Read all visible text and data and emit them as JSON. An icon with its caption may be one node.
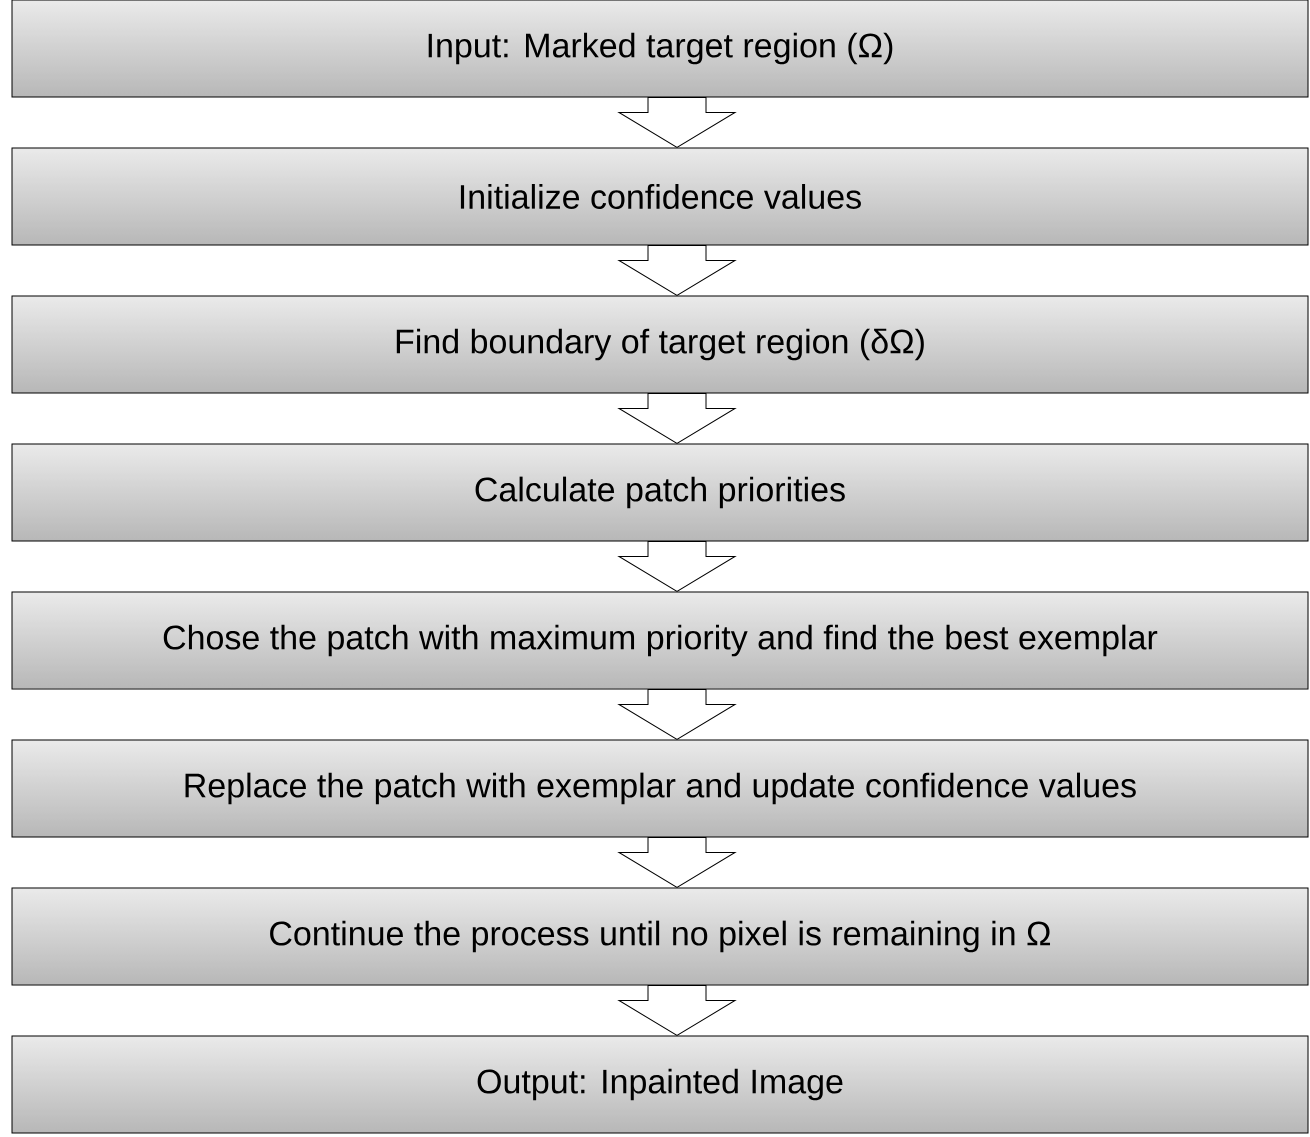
{
  "diagram": {
    "nodes": [
      {
        "text": [
          "Input: Marked target region (Ω)"
        ]
      },
      {
        "text": [
          "Initialize confidence values"
        ]
      },
      {
        "text": [
          "Find boundary of target region (δΩ)"
        ]
      },
      {
        "text": [
          "Calculate patch priorities"
        ]
      },
      {
        "text": [
          "Chose the patch with maximum priority and find the best exemplar"
        ]
      },
      {
        "text": [
          "Replace the patch with exemplar and update confidence values"
        ]
      },
      {
        "text": [
          "Continue the process until no pixel is remaining in Ω"
        ]
      },
      {
        "text": [
          "Output: Inpainted Image"
        ]
      }
    ],
    "edges": [
      {
        "from": 0,
        "to": 1,
        "arrow": "to"
      },
      {
        "from": 1,
        "to": 2,
        "arrow": "to"
      },
      {
        "from": 2,
        "to": 3,
        "arrow": "to"
      },
      {
        "from": 3,
        "to": 4,
        "arrow": "to"
      },
      {
        "from": 4,
        "to": 5,
        "arrow": "to"
      },
      {
        "from": 5,
        "to": 6,
        "arrow": "to"
      },
      {
        "from": 6,
        "to": 7,
        "arrow": "to"
      }
    ]
  }
}
